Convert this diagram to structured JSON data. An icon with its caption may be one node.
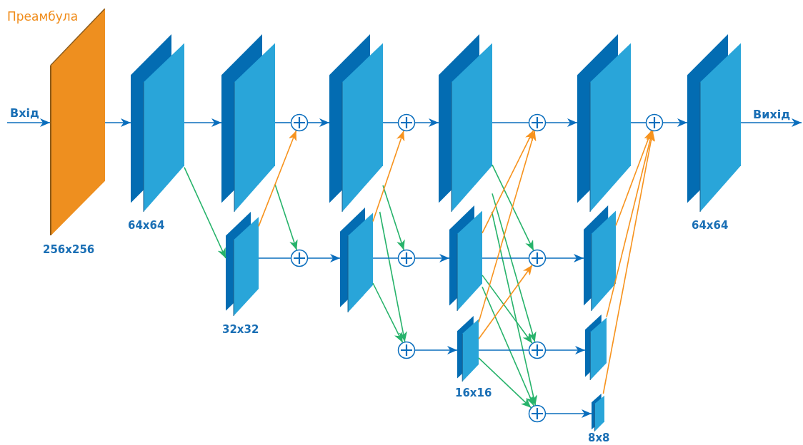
{
  "diagram": {
    "nodes": [
      {
        "text": [
          "Преамбула"
        ],
        "beside": [
          "256x256"
        ]
      },
      {
        "text": [],
        "shape": "parallelogram",
        "beside": [
          "64x64"
        ]
      },
      {
        "text": [],
        "shape": "parallelogram"
      },
      {
        "text": [],
        "shape": "circle"
      },
      {
        "text": [],
        "shape": "parallelogram"
      },
      {
        "text": [],
        "shape": "circle"
      },
      {
        "text": [],
        "shape": "parallelogram"
      },
      {
        "text": [],
        "shape": "circle"
      },
      {
        "text": [],
        "shape": "parallelogram"
      },
      {
        "text": [],
        "shape": "circle"
      },
      {
        "text": [],
        "shape": "parallelogram",
        "beside": [
          "64x64"
        ]
      },
      {
        "text": [],
        "shape": "parallelogram",
        "beside": [
          "32x32"
        ]
      },
      {
        "text": [],
        "shape": "circle"
      },
      {
        "text": [],
        "shape": "parallelogram"
      },
      {
        "text": [],
        "shape": "circle"
      },
      {
        "text": [],
        "shape": "parallelogram"
      },
      {
        "text": [],
        "shape": "circle"
      },
      {
        "text": [],
        "shape": "parallelogram"
      },
      {
        "text": [],
        "shape": "circle"
      },
      {
        "text": [],
        "shape": "parallelogram",
        "beside": [
          "16x16"
        ]
      },
      {
        "text": [],
        "shape": "circle"
      },
      {
        "text": [],
        "shape": "parallelogram"
      },
      {
        "text": [],
        "shape": "circle"
      },
      {
        "text": [],
        "shape": "parallelogram",
        "beside": [
          "8x8"
        ]
      }
    ],
    "edges": [
      {
        "from": null,
        "to": 0,
        "arrow": "to",
        "label": "Вхід"
      },
      {
        "from": 0,
        "to": 1,
        "arrow": "to"
      },
      {
        "from": 1,
        "to": 2,
        "arrow": "to"
      },
      {
        "from": 1,
        "to": 11,
        "arrow": "to",
        "color": "#27b36b"
      },
      {
        "from": 2,
        "to": 3,
        "arrow": "none"
      },
      {
        "from": 2,
        "to": 12,
        "arrow": "to",
        "color": "#27b36b"
      },
      {
        "from": 11,
        "to": 3,
        "arrow": "to",
        "color": "#f7931e"
      },
      {
        "from": 11,
        "to": 12,
        "arrow": "none"
      },
      {
        "from": 3,
        "to": 4,
        "arrow": "to"
      },
      {
        "from": 12,
        "to": 13,
        "arrow": "to"
      },
      {
        "from": 4,
        "to": 5,
        "arrow": "none"
      },
      {
        "from": 4,
        "to": 14,
        "arrow": "to",
        "color": "#27b36b"
      },
      {
        "from": 4,
        "to": 18,
        "arrow": "to",
        "color": "#27b36b"
      },
      {
        "from": 13,
        "to": 5,
        "arrow": "to",
        "color": "#f7931e"
      },
      {
        "from": 13,
        "to": 14,
        "arrow": "none"
      },
      {
        "from": 13,
        "to": 18,
        "arrow": "to",
        "color": "#27b36b"
      },
      {
        "from": 5,
        "to": 6,
        "arrow": "to"
      },
      {
        "from": 14,
        "to": 15,
        "arrow": "to"
      },
      {
        "from": 18,
        "to": 19,
        "arrow": "to"
      },
      {
        "from": 6,
        "to": 7,
        "arrow": "none"
      },
      {
        "from": 6,
        "to": 16,
        "arrow": "to",
        "color": "#27b36b"
      },
      {
        "from": 6,
        "to": 20,
        "arrow": "to",
        "color": "#27b36b"
      },
      {
        "from": 6,
        "to": 22,
        "arrow": "to",
        "color": "#27b36b"
      },
      {
        "from": 15,
        "to": 7,
        "arrow": "to",
        "color": "#f7931e"
      },
      {
        "from": 15,
        "to": 16,
        "arrow": "none"
      },
      {
        "from": 15,
        "to": 20,
        "arrow": "to",
        "color": "#27b36b"
      },
      {
        "from": 15,
        "to": 22,
        "arrow": "to",
        "color": "#27b36b"
      },
      {
        "from": 19,
        "to": 7,
        "arrow": "to",
        "color": "#f7931e"
      },
      {
        "from": 19,
        "to": 16,
        "arrow": "to",
        "color": "#f7931e"
      },
      {
        "from": 19,
        "to": 20,
        "arrow": "none"
      },
      {
        "from": 19,
        "to": 22,
        "arrow": "to",
        "color": "#27b36b"
      },
      {
        "from": 7,
        "to": 8,
        "arrow": "to"
      },
      {
        "from": 16,
        "to": 17,
        "arrow": "to"
      },
      {
        "from": 20,
        "to": 21,
        "arrow": "to"
      },
      {
        "from": 22,
        "to": 23,
        "arrow": "to"
      },
      {
        "from": 8,
        "to": 9,
        "arrow": "none"
      },
      {
        "from": 17,
        "to": 9,
        "arrow": "to",
        "color": "#f7931e"
      },
      {
        "from": 21,
        "to": 9,
        "arrow": "to",
        "color": "#f7931e"
      },
      {
        "from": 23,
        "to": 9,
        "arrow": "to",
        "color": "#f7931e"
      },
      {
        "from": 9,
        "to": 10,
        "arrow": "to"
      },
      {
        "from": 10,
        "to": null,
        "arrow": "to",
        "label": "Вихід"
      }
    ]
  }
}
